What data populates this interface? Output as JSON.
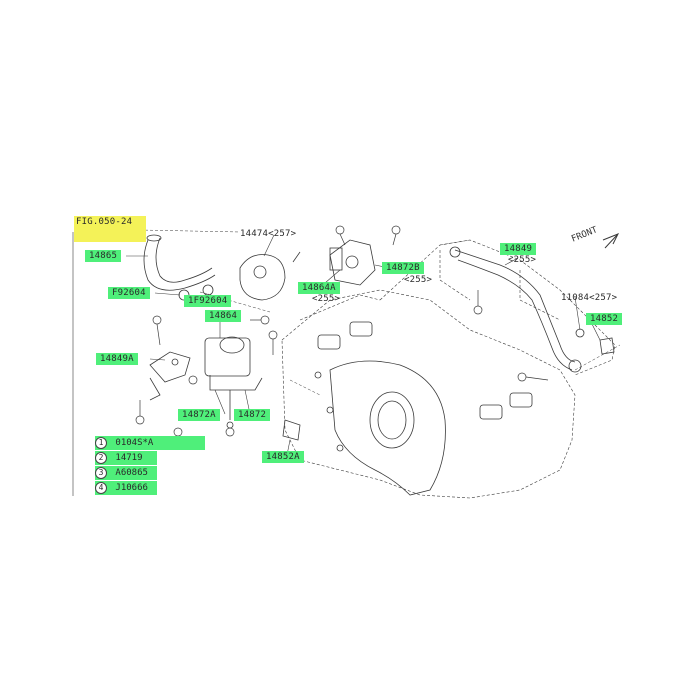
{
  "figure_ref": "FIG.050-24",
  "front_label": "FRONT",
  "parts": [
    {
      "id": "p14865",
      "text": "14865",
      "highlight": "green"
    },
    {
      "id": "pF92604",
      "text": "F92604",
      "highlight": "green"
    },
    {
      "id": "p1F92604",
      "text": "1F92604",
      "highlight": "green"
    },
    {
      "id": "p14864",
      "text": "14864",
      "highlight": "green"
    },
    {
      "id": "p14849A",
      "text": "14849A",
      "highlight": "green"
    },
    {
      "id": "p14872A",
      "text": "14872A",
      "highlight": "green"
    },
    {
      "id": "p14872",
      "text": "14872",
      "highlight": "green"
    },
    {
      "id": "p14852A",
      "text": "14852A",
      "highlight": "green"
    },
    {
      "id": "p14864A",
      "text": "14864A",
      "highlight": "green"
    },
    {
      "id": "p14872B",
      "text": "14872B",
      "highlight": "green"
    },
    {
      "id": "p14849",
      "text": "14849",
      "highlight": "green"
    },
    {
      "id": "p14852",
      "text": "14852",
      "highlight": "green"
    }
  ],
  "refs": {
    "r14474": "14474<257>",
    "r255a": "<255>",
    "r255b": "<255>",
    "r255c": "<255>",
    "r11084": "11084<257>"
  },
  "legend": [
    {
      "num": "1",
      "code": "0104S*A"
    },
    {
      "num": "2",
      "code": "14719"
    },
    {
      "num": "3",
      "code": "A60865"
    },
    {
      "num": "4",
      "code": "J10666"
    }
  ],
  "colors": {
    "highlight_green": "#4fef7a",
    "highlight_yellow": "#f4f258",
    "line": "#3a3a3a"
  }
}
